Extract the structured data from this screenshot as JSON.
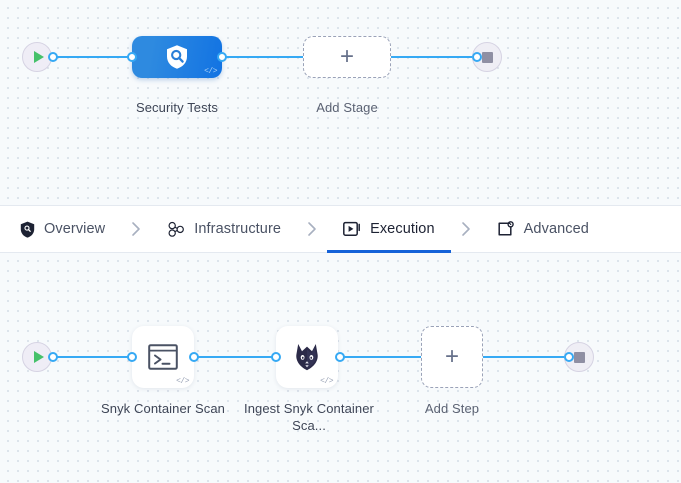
{
  "colors": {
    "edge": "#36a9f4",
    "port": "#36a9f4",
    "stage_node_gradient_from": "#2e8ae0",
    "stage_node_gradient_to": "#1273e3",
    "active_tab_underline": "#1562d8",
    "play_green": "#46c16a",
    "stop_gray": "#8f8fa3",
    "canvas_bg": "#f7fafc",
    "grid_dot": "#d3dce6"
  },
  "stage_pipeline": {
    "start": {
      "icon": "play-icon"
    },
    "end": {
      "icon": "stop-icon"
    },
    "nodes": [
      {
        "label": "Security Tests",
        "icon": "shield-search-icon",
        "badge": "</>",
        "type": "stage"
      },
      {
        "label": "Add Stage",
        "icon": "plus-icon",
        "type": "add-stage"
      }
    ]
  },
  "tabs": {
    "items": [
      {
        "label": "Overview",
        "icon": "shield-icon",
        "active": false
      },
      {
        "label": "Infrastructure",
        "icon": "infrastructure-nodes-icon",
        "active": false
      },
      {
        "label": "Execution",
        "icon": "execution-play-box-icon",
        "active": true
      },
      {
        "label": "Advanced",
        "icon": "advanced-gear-box-icon",
        "active": false
      }
    ],
    "separator": "chevron-right-icon"
  },
  "step_pipeline": {
    "start": {
      "icon": "play-icon"
    },
    "end": {
      "icon": "stop-icon"
    },
    "nodes": [
      {
        "label": "Snyk Container Scan",
        "icon": "terminal-icon",
        "badge": "</>",
        "type": "step"
      },
      {
        "label": "Ingest Snyk Container Sca...",
        "icon": "snyk-logo-icon",
        "badge": "</>",
        "type": "step"
      },
      {
        "label": "Add Step",
        "icon": "plus-icon",
        "type": "add-step"
      }
    ]
  },
  "glyphs": {
    "plus": "+",
    "code_badge": "</>"
  }
}
